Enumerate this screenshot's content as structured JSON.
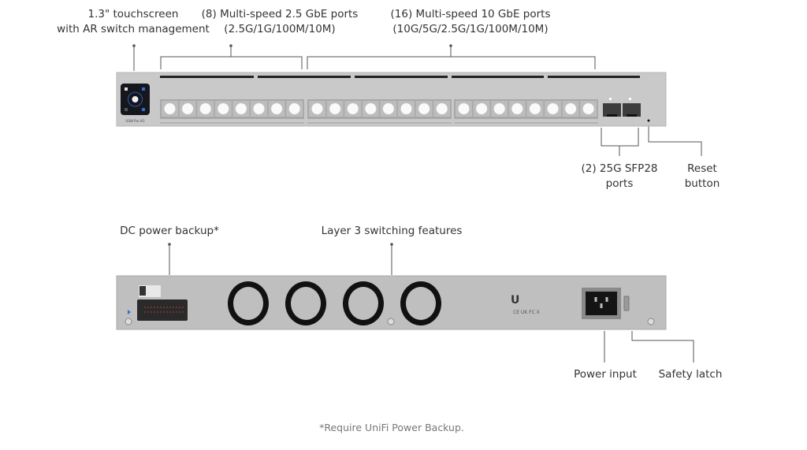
{
  "front_labels": {
    "touchscreen": [
      "1.3\" touchscreen",
      "with AR switch management"
    ],
    "ports_2_5g": [
      "(8) Multi-speed 2.5 GbE ports",
      "(2.5G/1G/100M/10M)"
    ],
    "ports_10g": [
      "(16) Multi-speed 10 GbE ports",
      "(10G/5G/2.5G/1G/100M/10M)"
    ],
    "sfp28": [
      "(2) 25G SFP28",
      "ports"
    ],
    "reset": [
      "Reset",
      "button"
    ]
  },
  "rear_labels": {
    "dc_power": "DC power backup*",
    "layer3": "Layer 3 switching features",
    "power_input": "Power input",
    "safety_latch": "Safety latch"
  },
  "footnote": "*Require UniFi Power Backup.",
  "device": {
    "model_text": "USW Pro XG",
    "rj45_port_count": 24,
    "sfp_port_count": 2,
    "fan_count": 4,
    "chassis_color": "#c9c9c9",
    "screen_accent": "#2f6fd6"
  }
}
